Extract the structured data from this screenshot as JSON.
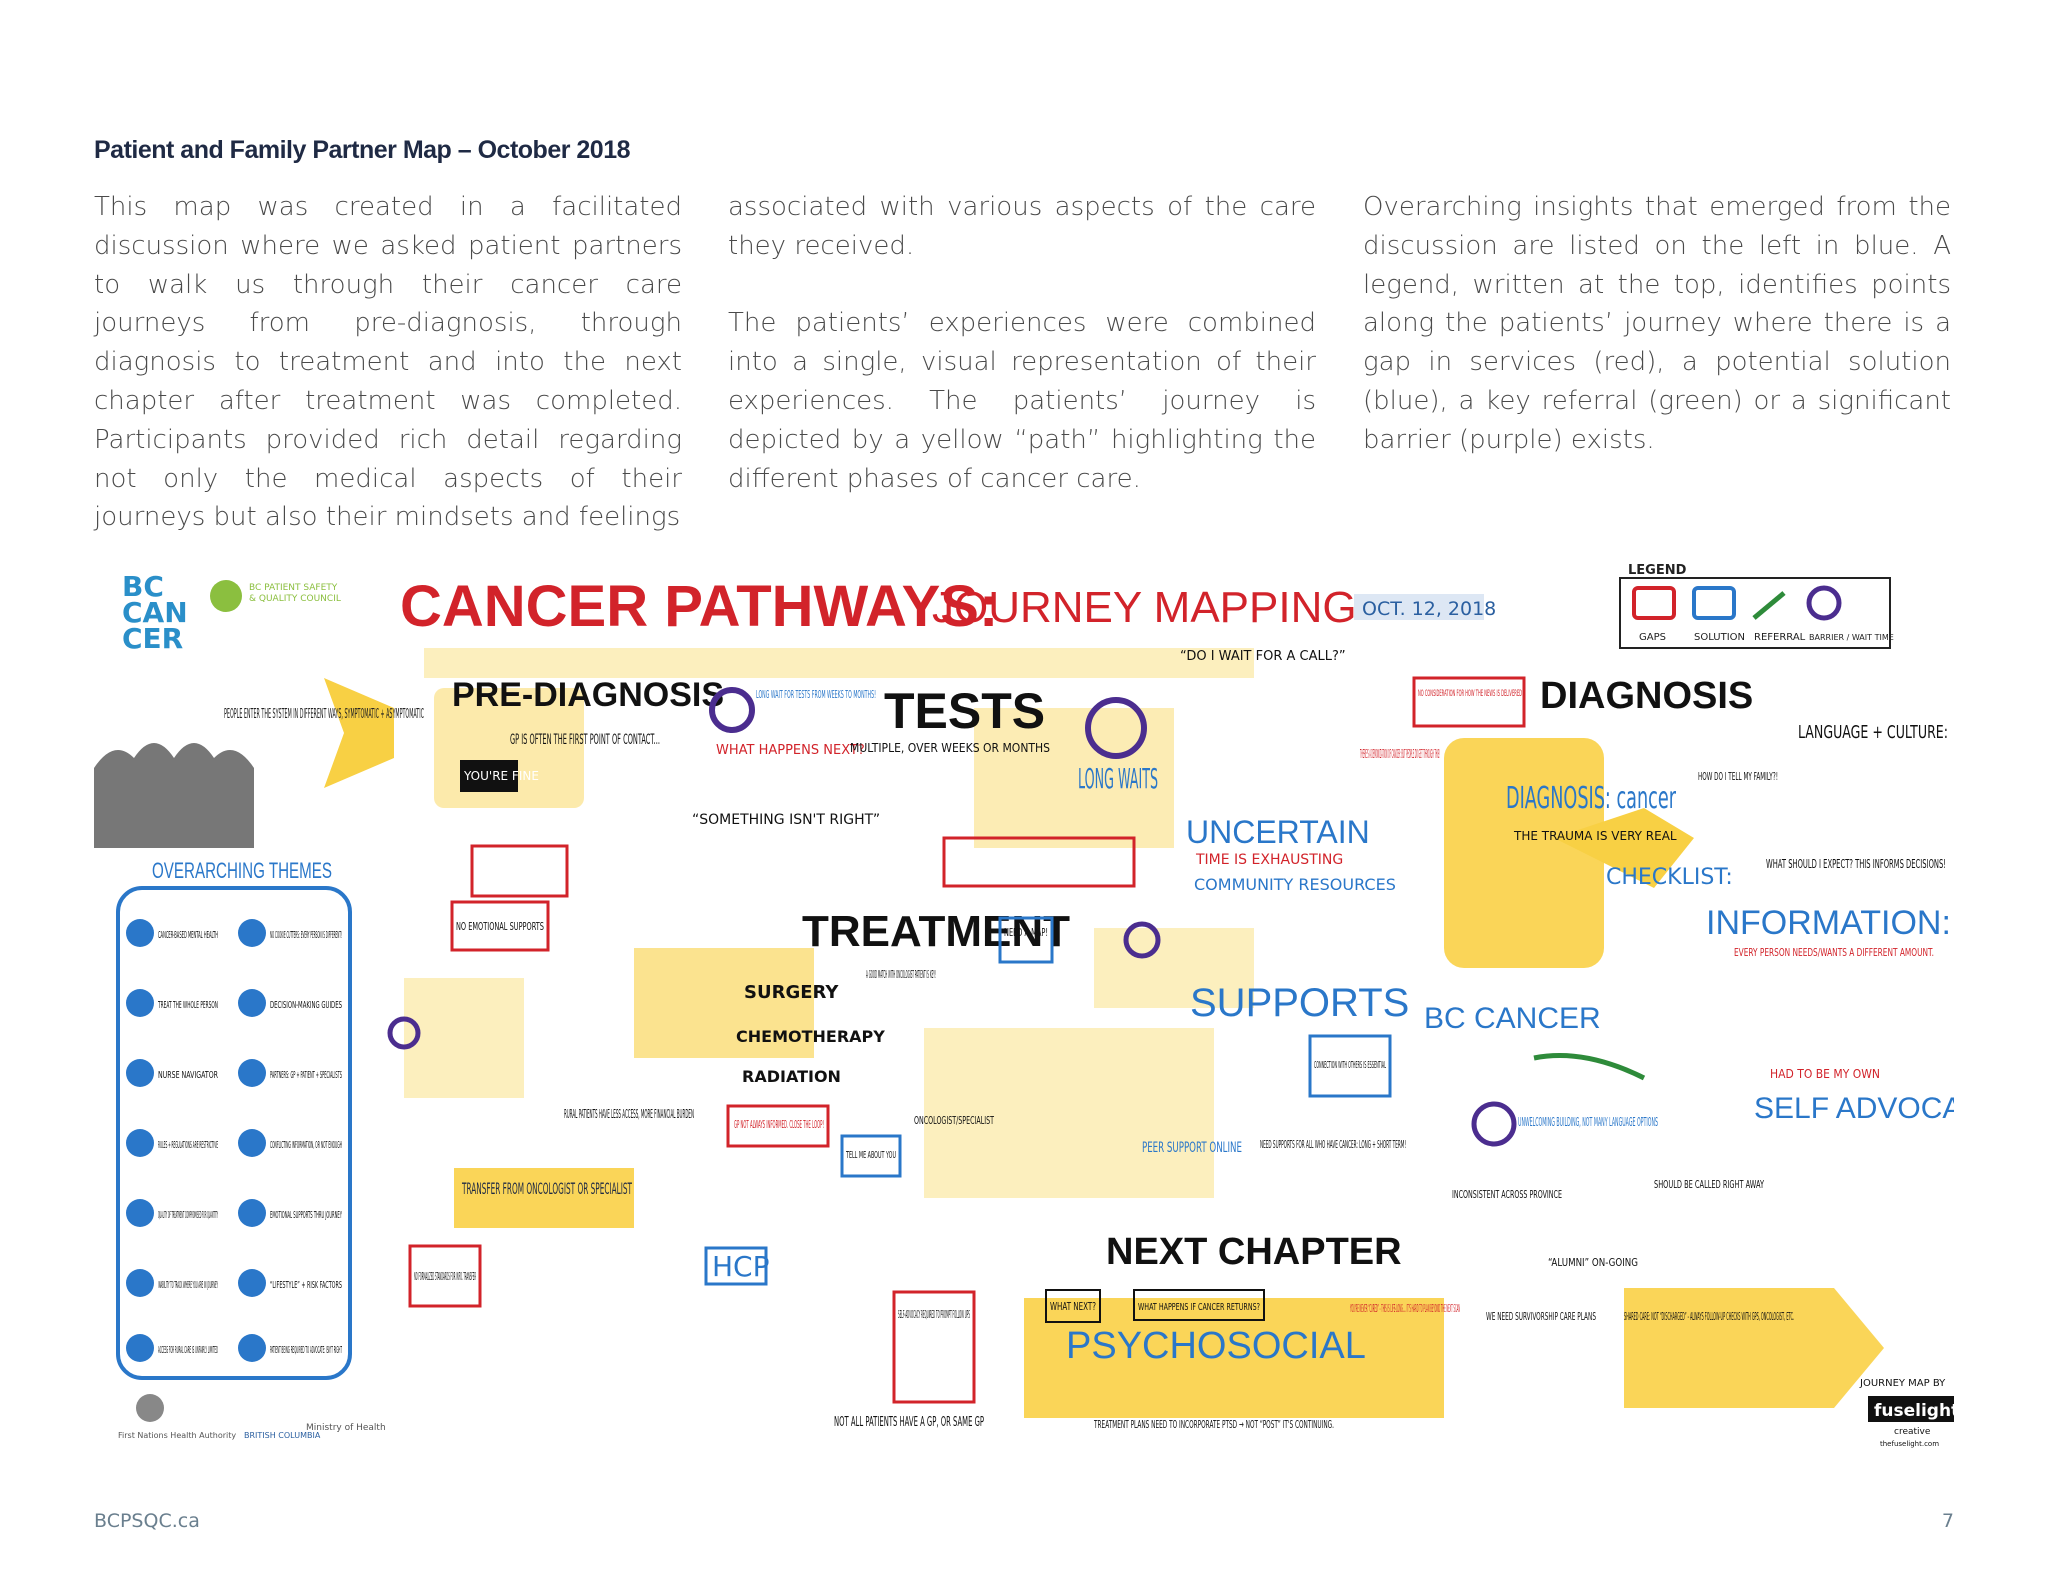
{
  "heading": "Patient and Family Partner Map – October 2018",
  "columns": [
    [
      "This map was created in a facilitated discussion where we asked patient partners to walk us through their cancer care journeys from pre-diagnosis, through diagnosis to treatment and into the next chapter after treatment was completed. Participants provided rich detail regarding not only the medical aspects of their journeys but also their mindsets and feelings"
    ],
    [
      "associated with various aspects of the care they received.",
      "The patients’ experiences were combined into a single, visual representation of their experiences. The patients’ journey is depicted by a yellow “path” highlighting the different phases of cancer care."
    ],
    [
      "Overarching insights that emerged from the discussion are listed on the left in blue. A legend, written at the top, identifies points along the patients’ journey where there is a gap in services (red), a potential solution (blue), a key referral (green) or a significant barrier (purple) exists."
    ]
  ],
  "map": {
    "logo_bc": "BC",
    "logo_can": "CAN",
    "logo_cer": "CER",
    "psqc_line1": "BC PATIENT SAFETY",
    "psqc_line2": "& QUALITY COUNCIL",
    "title_main": "CANCER PATHWAYS:",
    "title_sub": "JOURNEY MAPPING",
    "date": "OCT. 12, 2018",
    "legend": {
      "title": "LEGEND",
      "gaps": "GAPS",
      "solution": "SOLUTION",
      "referral": "REFERRAL",
      "barrier": "BARRIER / WAIT TIME"
    },
    "sections": {
      "pre_diagnosis": "PRE-DIAGNOSIS",
      "tests": "TESTS",
      "diagnosis_header": "DIAGNOSIS",
      "treatment": "TREATMENT",
      "supports": "SUPPORTS",
      "bc_cancer": "BC CANCER",
      "information": "INFORMATION:",
      "next_chapter": "NEXT CHAPTER",
      "psychosocial": "PSYCHOSOCIAL",
      "hcp": "HCP",
      "uncertain": "UNCERTAIN",
      "long_waits": "LONG WAITS",
      "community_resources": "COMMUNITY RESOURCES",
      "self_advocate": "SELF ADVOCATE",
      "checklist": "CHECKLIST:",
      "language_culture": "LANGUAGE + CULTURE:",
      "overarching_themes": "OVERARCHING THEMES"
    },
    "notes": {
      "people_enter": "PEOPLE ENTER THE SYSTEM IN DIFFERENT WAYS, SYMPTOMATIC + ASYMPTOMATIC",
      "gp_first": "GP IS OFTEN THE FIRST POINT OF CONTACT...",
      "youre_fine": "YOU'RE FINE",
      "what_happens_next": "WHAT HAPPENS NEXT?",
      "something_isnt_right": "“SOMETHING ISN'T RIGHT”",
      "multiple_weeks": "MULTIPLE, OVER WEEKS OR MONTHS",
      "long_wait_tests": "LONG WAIT FOR TESTS FROM WEEKS TO MONTHS!",
      "do_i_wait": "“DO I WAIT FOR A CALL?”",
      "time_exhausting": "TIME IS EXHAUSTING",
      "no_consideration": "NO CONSIDERATION FOR HOW THE NEWS IS DELIVERED",
      "demonization": "THERE'S A DEMONIZATION OF CANCER: BUT PEOPLE DO GET THROUGH THIS!",
      "trauma_real": "THE TRAUMA IS VERY REAL",
      "diagnosis_cancer": "DIAGNOSIS: cancer",
      "how_do_i_tell": "HOW DO I TELL MY FAMILY?!",
      "what_should_expect": "WHAT SHOULD I EXPECT? THIS INFORMS DECISIONS!",
      "every_person_needs": "EVERY PERSON NEEDS/WANTS A DIFFERENT AMOUNT.",
      "surgery": "SURGERY",
      "chemotherapy": "CHEMOTHERAPY",
      "radiation": "RADIATION",
      "need_a_map": "NEED A MAP!",
      "good_match": "A GOOD MATCH WITH ONCOLOGIST PATIENT IS KEY!",
      "tell_me_about_you": "TELL ME ABOUT YOU",
      "oncologist_specialist": "ONCOLOGIST/SPECIALIST",
      "transfer": "TRANSFER FROM ONCOLOGIST OR SPECIALIST",
      "rural_patients": "RURAL PATIENTS HAVE LESS ACCESS, MORE FINANCIAL BURDEN",
      "gp_not_informed": "GP NOT ALWAYS INFORMED. CLOSE THE LOOP!",
      "no_emotional": "NO EMOTIONAL SUPPORTS",
      "peer_support": "PEER SUPPORT ONLINE",
      "need_supports_all": "NEED SUPPORTS FOR ALL WHO HAVE CANCER: LONG + SHORT TERM!",
      "connection_essential": "CONNECTION WITH OTHERS IS ESSENTIAL",
      "unwelcoming": "UNWELCOMING BUILDING, NOT MANY LANGUAGE OPTIONS",
      "inconsistent_province": "INCONSISTENT ACROSS PROVINCE",
      "should_be_called": "SHOULD BE CALLED RIGHT AWAY",
      "had_to_be_own": "HAD TO BE MY OWN",
      "no_formalized": "NO FORMALIZED STANDARDS FOR INFO. TRANSFER",
      "self_advocacy": "SELF-ADVOCACY REQUIRED TO PROMPT FOLLOW UPS",
      "not_all_patients": "NOT ALL PATIENTS HAVE A GP, OR SAME GP",
      "what_next": "WHAT NEXT?",
      "if_cancer_returns": "WHAT HAPPENS IF CANCER RETURNS?",
      "never_cured": "YOU'RE NEVER “CURED” - THIS IS LIFE-LONG.... IT'S HARD TO PLAN BEYOND THE NEXT SCAN",
      "survivorship": "WE NEED SURVIVORSHIP CARE PLANS",
      "shared_care": "SHARED CARE: NOT “DISCHARGED” - ALWAYS FOLLOW-UP CHECKS WITH GPS, ONCOLOGIST, ETC.",
      "alumni": "“ALUMNI” ON-GOING",
      "ptsd": "TREATMENT PLANS NEED TO INCORPORATE PTSD → NOT “POST” IT'S CONTINUING."
    },
    "themes": [
      "CANCER-BASED MENTAL HEALTH",
      "NO COOKIE CUTTERS: EVERY PERSON IS DIFFERENT!",
      "TREAT THE WHOLE PERSON",
      "DECISION-MAKING GUIDES",
      "NURSE NAVIGATOR",
      "PARTNERS: GP + PATIENT + SPECIALISTS",
      "RULES + REGULATIONS ARE RESTRICTIVE",
      "CONFLICTING INFORMATION, OR NOT ENOUGH",
      "QUALITY OF TREATMENT COMPROMISED FOR QUANTITY",
      "EMOTIONAL SUPPORTS THRU JOURNEY",
      "INABILITY TO TRACK WHERE YOU ARE IN JOURNEY",
      "“LIFESTYLE” + RISK FACTORS",
      "ACCESS FOR RURAL CARE IS UNFAIRLY LIMITED",
      "PATIENT BEING REQUIRED TO ADVOCATE: ISN'T RIGHT"
    ],
    "footer_left_logo": "First Nations Health Authority",
    "footer_bc": "BRITISH COLUMBIA",
    "footer_ministry": "Ministry of Health",
    "fuselight_top": "JOURNEY MAP BY",
    "fuselight": "fuselight",
    "fuselight_sub": "creative",
    "fuselight_url": "thefuselight.com"
  },
  "colors": {
    "red": "#d2232a",
    "blue": "#2a77c9",
    "green": "#2e8b3a",
    "purple": "#4b2d8f",
    "yellow": "#f7c823",
    "navy": "#1f2a44"
  },
  "footer": {
    "left": "BCPSQC.ca",
    "right": "7"
  }
}
